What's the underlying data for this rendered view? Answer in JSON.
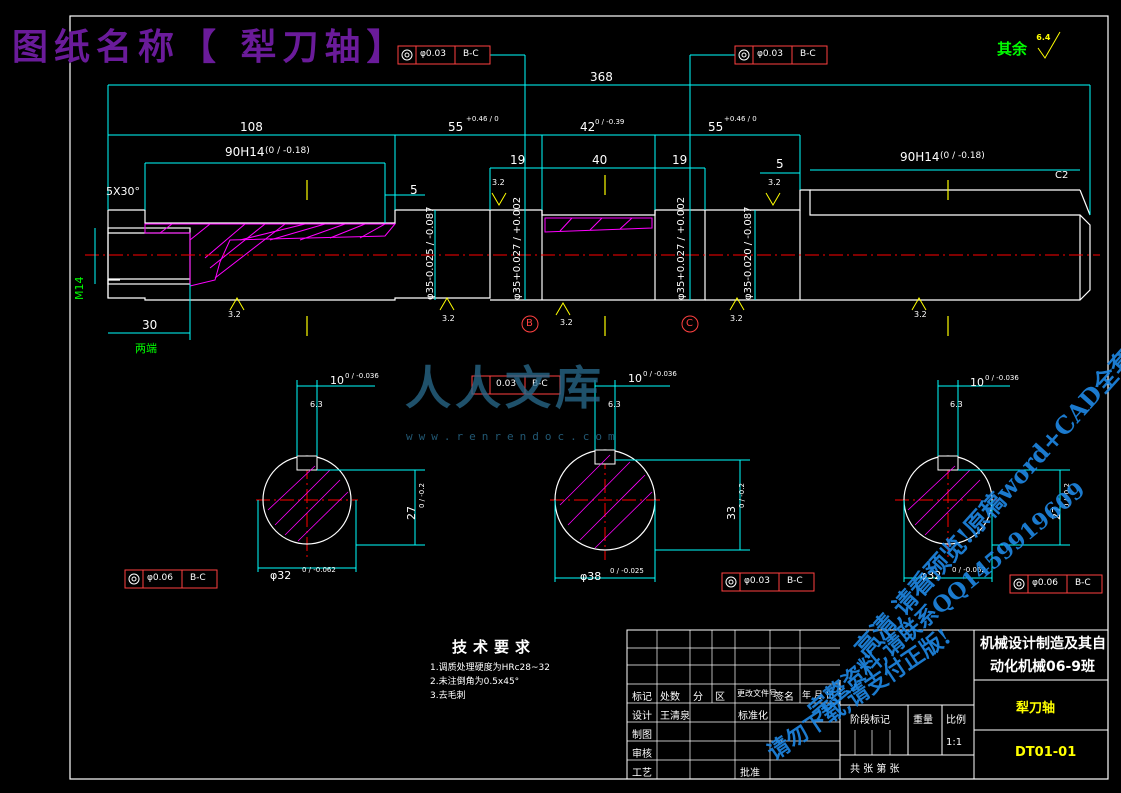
{
  "title": "图纸名称【 犁刀轴】",
  "rest_roughness": {
    "label": "其余",
    "value": "6.4"
  },
  "dims": {
    "overall": "368",
    "left_len": "108",
    "mid_len1": "55",
    "mid_len1_tol": "+0.46 / 0",
    "key_len": "42",
    "key_len_tol": "0 / -0.39",
    "mid_len2": "55",
    "mid_len2_tol": "+0.46 / 0",
    "left_slot": "90H14",
    "left_slot_tol": "(0 / -0.18)",
    "right_slot": "90H14",
    "right_slot_tol": "(0 / -0.18)",
    "d19a": "19",
    "d40": "40",
    "d19b": "19",
    "d5a": "5",
    "d5b": "5",
    "chamfer": "5X30°",
    "c2": "C2",
    "thread": "M14",
    "thread_len": "30",
    "both_ends": "两端",
    "dia1": "φ35-0.025 / -0.087",
    "dia2": "φ35+0.027 / +0.002",
    "dia3": "φ35+0.027 / +0.002",
    "dia4": "φ35-0.020 / -0.087",
    "datum_b": "B",
    "datum_c": "C",
    "roughness": "3.2"
  },
  "tolerances": {
    "top_left": {
      "value": "φ0.03",
      "ref": "B-C"
    },
    "top_right": {
      "value": "φ0.03",
      "ref": "B-C"
    },
    "mid": {
      "value": "0.03",
      "ref": "B-C"
    },
    "sec_left": {
      "value": "φ0.06",
      "ref": "B-C"
    },
    "sec_mid": {
      "value": "φ0.03",
      "ref": "B-C"
    },
    "sec_right": {
      "value": "φ0.06",
      "ref": "B-C"
    }
  },
  "sections": [
    {
      "key": "10",
      "key_tol": "0 / -0.036",
      "depth": "27",
      "depth_tol": "0 / -0.2",
      "dia": "φ32",
      "dia_tol": "0 / -0.062",
      "rough": "6.3"
    },
    {
      "key": "10",
      "key_tol": "0 / -0.036",
      "depth": "33",
      "depth_tol": "0 / -0.2",
      "dia": "φ38",
      "dia_tol": "0 / -0.025",
      "rough": "6.3"
    },
    {
      "key": "10",
      "key_tol": "0 / -0.036",
      "depth": "27",
      "depth_tol": "0 / -0.2",
      "dia": "φ32",
      "dia_tol": "0 / -0.062",
      "rough": "6.3"
    }
  ],
  "tech_req": {
    "title": "技术要求",
    "items": [
      "1.调质处理硬度为HRc28~32",
      "2.未注倒角为0.5x45°",
      "3.去毛刺"
    ]
  },
  "title_block": {
    "school": "机械设计制造及其自",
    "class": "动化机械06-9班",
    "part": "犁刀轴",
    "code": "DT01-01",
    "scale_label": "比例",
    "scale": "1:1",
    "weight_label": "重量",
    "stage_label": "阶段标记",
    "sheets": "共    张  第    张",
    "rows": [
      "标记",
      "设计",
      "制图",
      "审核",
      "工艺"
    ],
    "designer": "王清泉",
    "std": "标准化",
    "approve": "批准",
    "hdr": [
      "处数",
      "分",
      "区",
      "更改文件号",
      "签名",
      "年 月 日"
    ]
  },
  "watermark": {
    "logo": "人人文库",
    "url": "www.renrendoc.com"
  },
  "diag_text": [
    "高清,请看预览!原稿word+CAD全套资料!",
    "完整资料,请联系QQ1459919609",
    "请勿下载,请支付正版!"
  ],
  "colors": {
    "bg": "#000000",
    "dim": "#00ffff",
    "outline": "#ffffff",
    "hatch": "#ff00ff",
    "center": "#ff0000",
    "tol_frame": "#ff4040",
    "rough": "#ffff00"
  }
}
